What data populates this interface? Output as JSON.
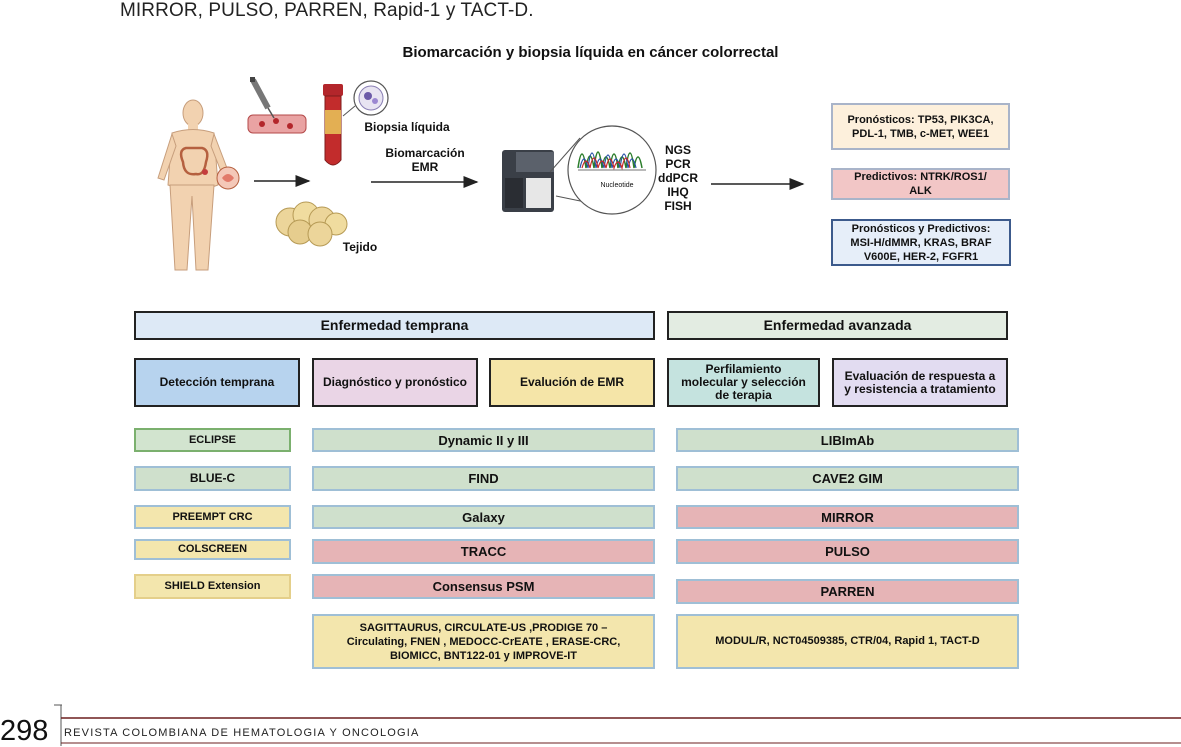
{
  "top_text": "MIRROR, PULSO, PARREN, Rapid-1 y TACT-D.",
  "figure": {
    "title": "Biomarcación y biopsia líquida en cáncer colorrectal",
    "labels": {
      "biopsia": "Biopsia líquida",
      "biomarcacion": "Biomarcación",
      "emr": "EMR",
      "tejido": "Tejido",
      "nucleotide": "Nucleotide",
      "methods": [
        "NGS",
        "PCR",
        "ddPCR",
        "IHQ",
        "FISH"
      ]
    },
    "results": {
      "pronosticos_1": "Pronósticos: TP53, PIK3CA,",
      "pronosticos_2": "PDL-1, TMB, c-MET, WEE1",
      "predictivos_1": "Predictivos:  NTRK/ROS1/",
      "predictivos_2": "ALK",
      "ambos_1": "Pronósticos y Predictivos:",
      "ambos_2": "MSI-H/dMMR, KRAS, BRAF",
      "ambos_3": "V600E, HER-2, FGFR1"
    },
    "headers": {
      "temprana": "Enfermedad temprana",
      "avanzada": "Enfermedad avanzada"
    },
    "categories": {
      "deteccion": "Detección temprana",
      "diagnostico": "Diagnóstico y pronóstico",
      "evaluacion_emr": "Evalución de EMR",
      "perfil_1": "Perfilamiento",
      "perfil_2": "molecular y selección",
      "perfil_3": "de terapia",
      "respuesta_1": "Evaluación de respuesta a",
      "respuesta_2": "y resistencia a tratamiento"
    },
    "col1": [
      "ECLIPSE",
      "BLUE-C",
      "PREEMPT CRC",
      "COLSCREEN",
      "SHIELD Extension"
    ],
    "col2": [
      "Dynamic II y III",
      "FIND",
      "Galaxy",
      "TRACC",
      "Consensus PSM"
    ],
    "col2_multi": [
      "SAGITTAURUS, CIRCULATE-US ,PRODIGE 70 –",
      "Circulating, FNEN , MEDOCC-CrEATE , ERASE-CRC,",
      "BIOMICC, BNT122-01 y IMPROVE-IT"
    ],
    "col3": [
      "LIBImAb",
      "CAVE2 GIM",
      "MIRROR",
      "PULSO",
      "PARREN"
    ],
    "col3_multi": "MODUL/R, NCT04509385, CTR/04, Rapid 1, TACT-D"
  },
  "footer": {
    "page_number": "298",
    "journal": "REVISTA COLOMBIANA DE HEMATOLOGIA Y ONCOLOGIA"
  }
}
